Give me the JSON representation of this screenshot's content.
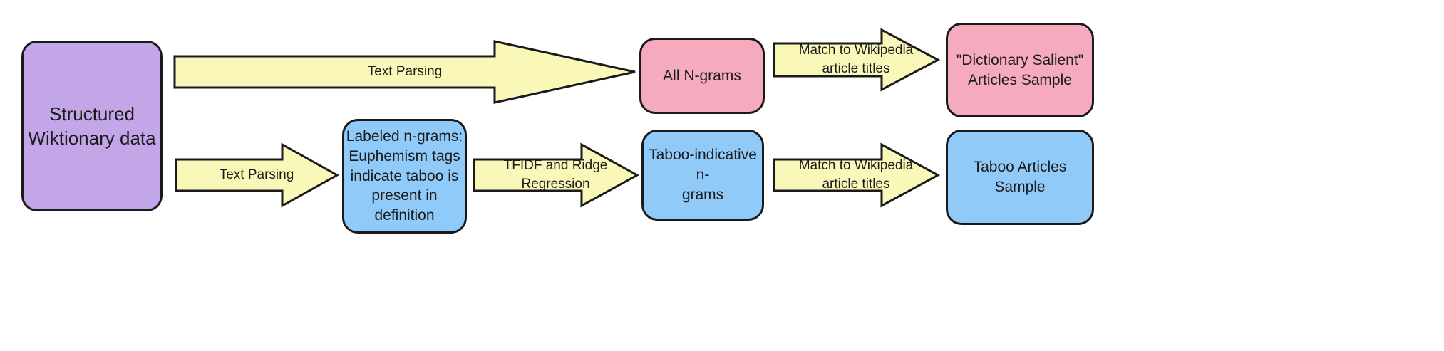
{
  "diagram": {
    "title": "Wiktionary to Wikipedia article sampling pipeline",
    "colors": {
      "purple": "#c3a6e8",
      "pink": "#f5abbd",
      "blue": "#90caf9",
      "arrow_yellow": "#faf8b8",
      "stroke": "#1a1a1a",
      "text": "#1b1b1b",
      "background": "#ffffff"
    },
    "nodes": [
      {
        "id": "structured-wiktionary",
        "label": "Structured\nWiktionary data",
        "color": "purple"
      },
      {
        "id": "all-ngrams",
        "label": "All N-grams",
        "color": "pink"
      },
      {
        "id": "dictionary-salient",
        "label": "\"Dictionary Salient\"\nArticles Sample",
        "color": "pink"
      },
      {
        "id": "labeled-ngrams",
        "label": "Labeled n-grams:\nEuphemism tags\nindicate taboo is\npresent in definition",
        "color": "blue"
      },
      {
        "id": "taboo-indicative",
        "label": "Taboo-indicative n-\ngrams",
        "color": "blue"
      },
      {
        "id": "taboo-articles",
        "label": "Taboo Articles Sample",
        "color": "blue"
      }
    ],
    "arrows": [
      {
        "id": "text-parsing-top",
        "label": "Text Parsing",
        "from": "structured-wiktionary",
        "to": "all-ngrams"
      },
      {
        "id": "match-top",
        "label": "Match to Wikipedia\narticle titles",
        "from": "all-ngrams",
        "to": "dictionary-salient"
      },
      {
        "id": "text-parsing-bottom",
        "label": "Text Parsing",
        "from": "structured-wiktionary",
        "to": "labeled-ngrams"
      },
      {
        "id": "tfidf",
        "label": "TFIDF and\nRidge Regression",
        "label_display": "TFIDF and Ridge\nRegression",
        "from": "labeled-ngrams",
        "to": "taboo-indicative"
      },
      {
        "id": "match-bottom",
        "label": "Match to Wikipedia\narticle titles",
        "from": "taboo-indicative",
        "to": "taboo-articles"
      }
    ]
  }
}
